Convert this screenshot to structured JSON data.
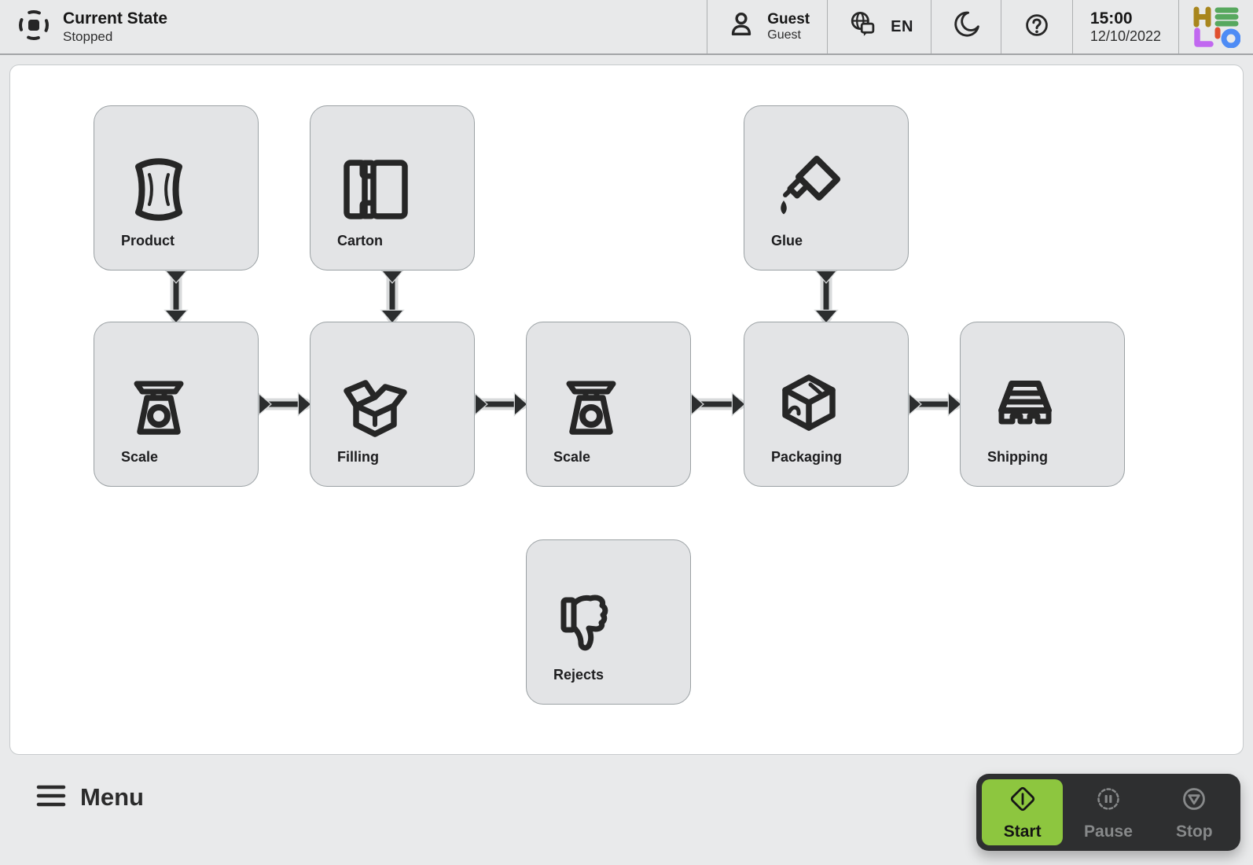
{
  "header": {
    "state": {
      "title": "Current State",
      "value": "Stopped",
      "icon": "stopped-state-icon"
    },
    "user": {
      "name": "Guest",
      "role": "Guest",
      "icon": "user-icon"
    },
    "language": {
      "code": "EN",
      "icon": "globe-chat-icon"
    },
    "dark_mode": {
      "icon": "moon-icon"
    },
    "help": {
      "icon": "question-icon"
    },
    "clock": {
      "time": "15:00",
      "date": "12/10/2022"
    },
    "logo": {
      "text": "HELIO",
      "letter_colors": {
        "h": "#a8861d",
        "e": "#57a85e",
        "l": "#c168f0",
        "i": "#e0502e",
        "o": "#4e8cf5"
      }
    }
  },
  "flow": {
    "nodes": [
      {
        "id": "product",
        "label": "Product",
        "icon": "bag-icon"
      },
      {
        "id": "carton",
        "label": "Carton",
        "icon": "carton-blank-icon"
      },
      {
        "id": "glue",
        "label": "Glue",
        "icon": "glue-bottle-icon"
      },
      {
        "id": "scale_1",
        "label": "Scale",
        "icon": "scale-icon"
      },
      {
        "id": "filling",
        "label": "Filling",
        "icon": "open-box-icon"
      },
      {
        "id": "scale_2",
        "label": "Scale",
        "icon": "scale-icon"
      },
      {
        "id": "packaging",
        "label": "Packaging",
        "icon": "closed-box-icon"
      },
      {
        "id": "shipping",
        "label": "Shipping",
        "icon": "pallet-icon"
      },
      {
        "id": "rejects",
        "label": "Rejects",
        "icon": "thumbs-down-icon"
      }
    ],
    "edges": [
      {
        "from": "product",
        "to": "scale_1"
      },
      {
        "from": "carton",
        "to": "filling"
      },
      {
        "from": "glue",
        "to": "packaging"
      },
      {
        "from": "scale_1",
        "to": "filling"
      },
      {
        "from": "filling",
        "to": "scale_2"
      },
      {
        "from": "scale_2",
        "to": "packaging"
      },
      {
        "from": "packaging",
        "to": "shipping"
      }
    ]
  },
  "footer": {
    "menu_label": "Menu",
    "controls": [
      {
        "label": "Start",
        "state": "active",
        "icon": "start-diamond-icon"
      },
      {
        "label": "Pause",
        "state": "inactive",
        "icon": "pause-dashed-icon"
      },
      {
        "label": "Stop",
        "state": "inactive",
        "icon": "stop-circle-icon"
      }
    ]
  },
  "colors": {
    "accent_green": "#8dc63f",
    "control_bar_dark": "#2e2f30",
    "node_fill": "#e3e4e6",
    "node_border": "#9ba1a4",
    "icon_dark": "#262626",
    "page_bg": "#e9eaeb"
  }
}
